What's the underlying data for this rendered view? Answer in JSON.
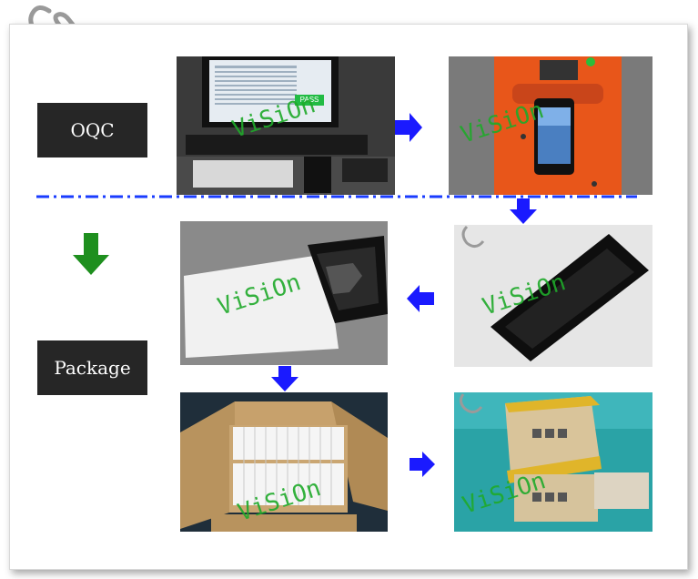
{
  "labels": {
    "oqc": "OQC",
    "package": "Package"
  },
  "watermark": "ViSiOn",
  "monitor_button": "PASS",
  "colors": {
    "label_bg": "#262626",
    "arrow_blue": "#1a1aff",
    "arrow_green": "#1e8f1e",
    "divider": "#1a3cff",
    "watermark": "#1faa2a"
  },
  "icons": {
    "clip": "paperclip-icon",
    "flow_arrow": "arrow-icon",
    "step_down": "down-arrow-icon"
  }
}
